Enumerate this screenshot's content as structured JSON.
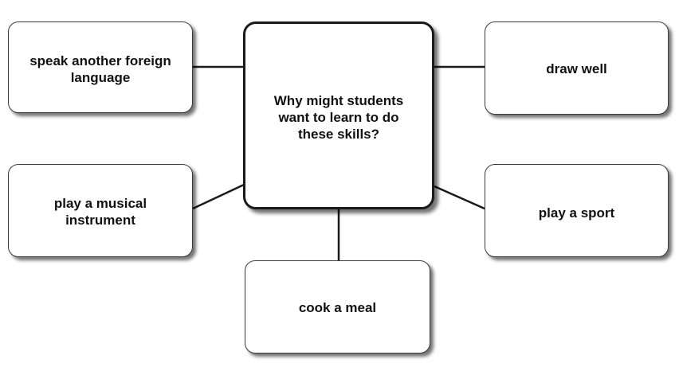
{
  "diagram": {
    "center": {
      "text": "Why might students want to learn to do these skills?"
    },
    "nodes": {
      "top_left": "speak another foreign language",
      "top_right": "draw well",
      "middle_left": "play a musical instrument",
      "middle_right": "play a sport",
      "bottom": "cook a meal"
    },
    "colors": {
      "border": "#1a1a1a",
      "line": "#1a1a1a",
      "background": "#ffffff",
      "text": "#111111"
    }
  }
}
